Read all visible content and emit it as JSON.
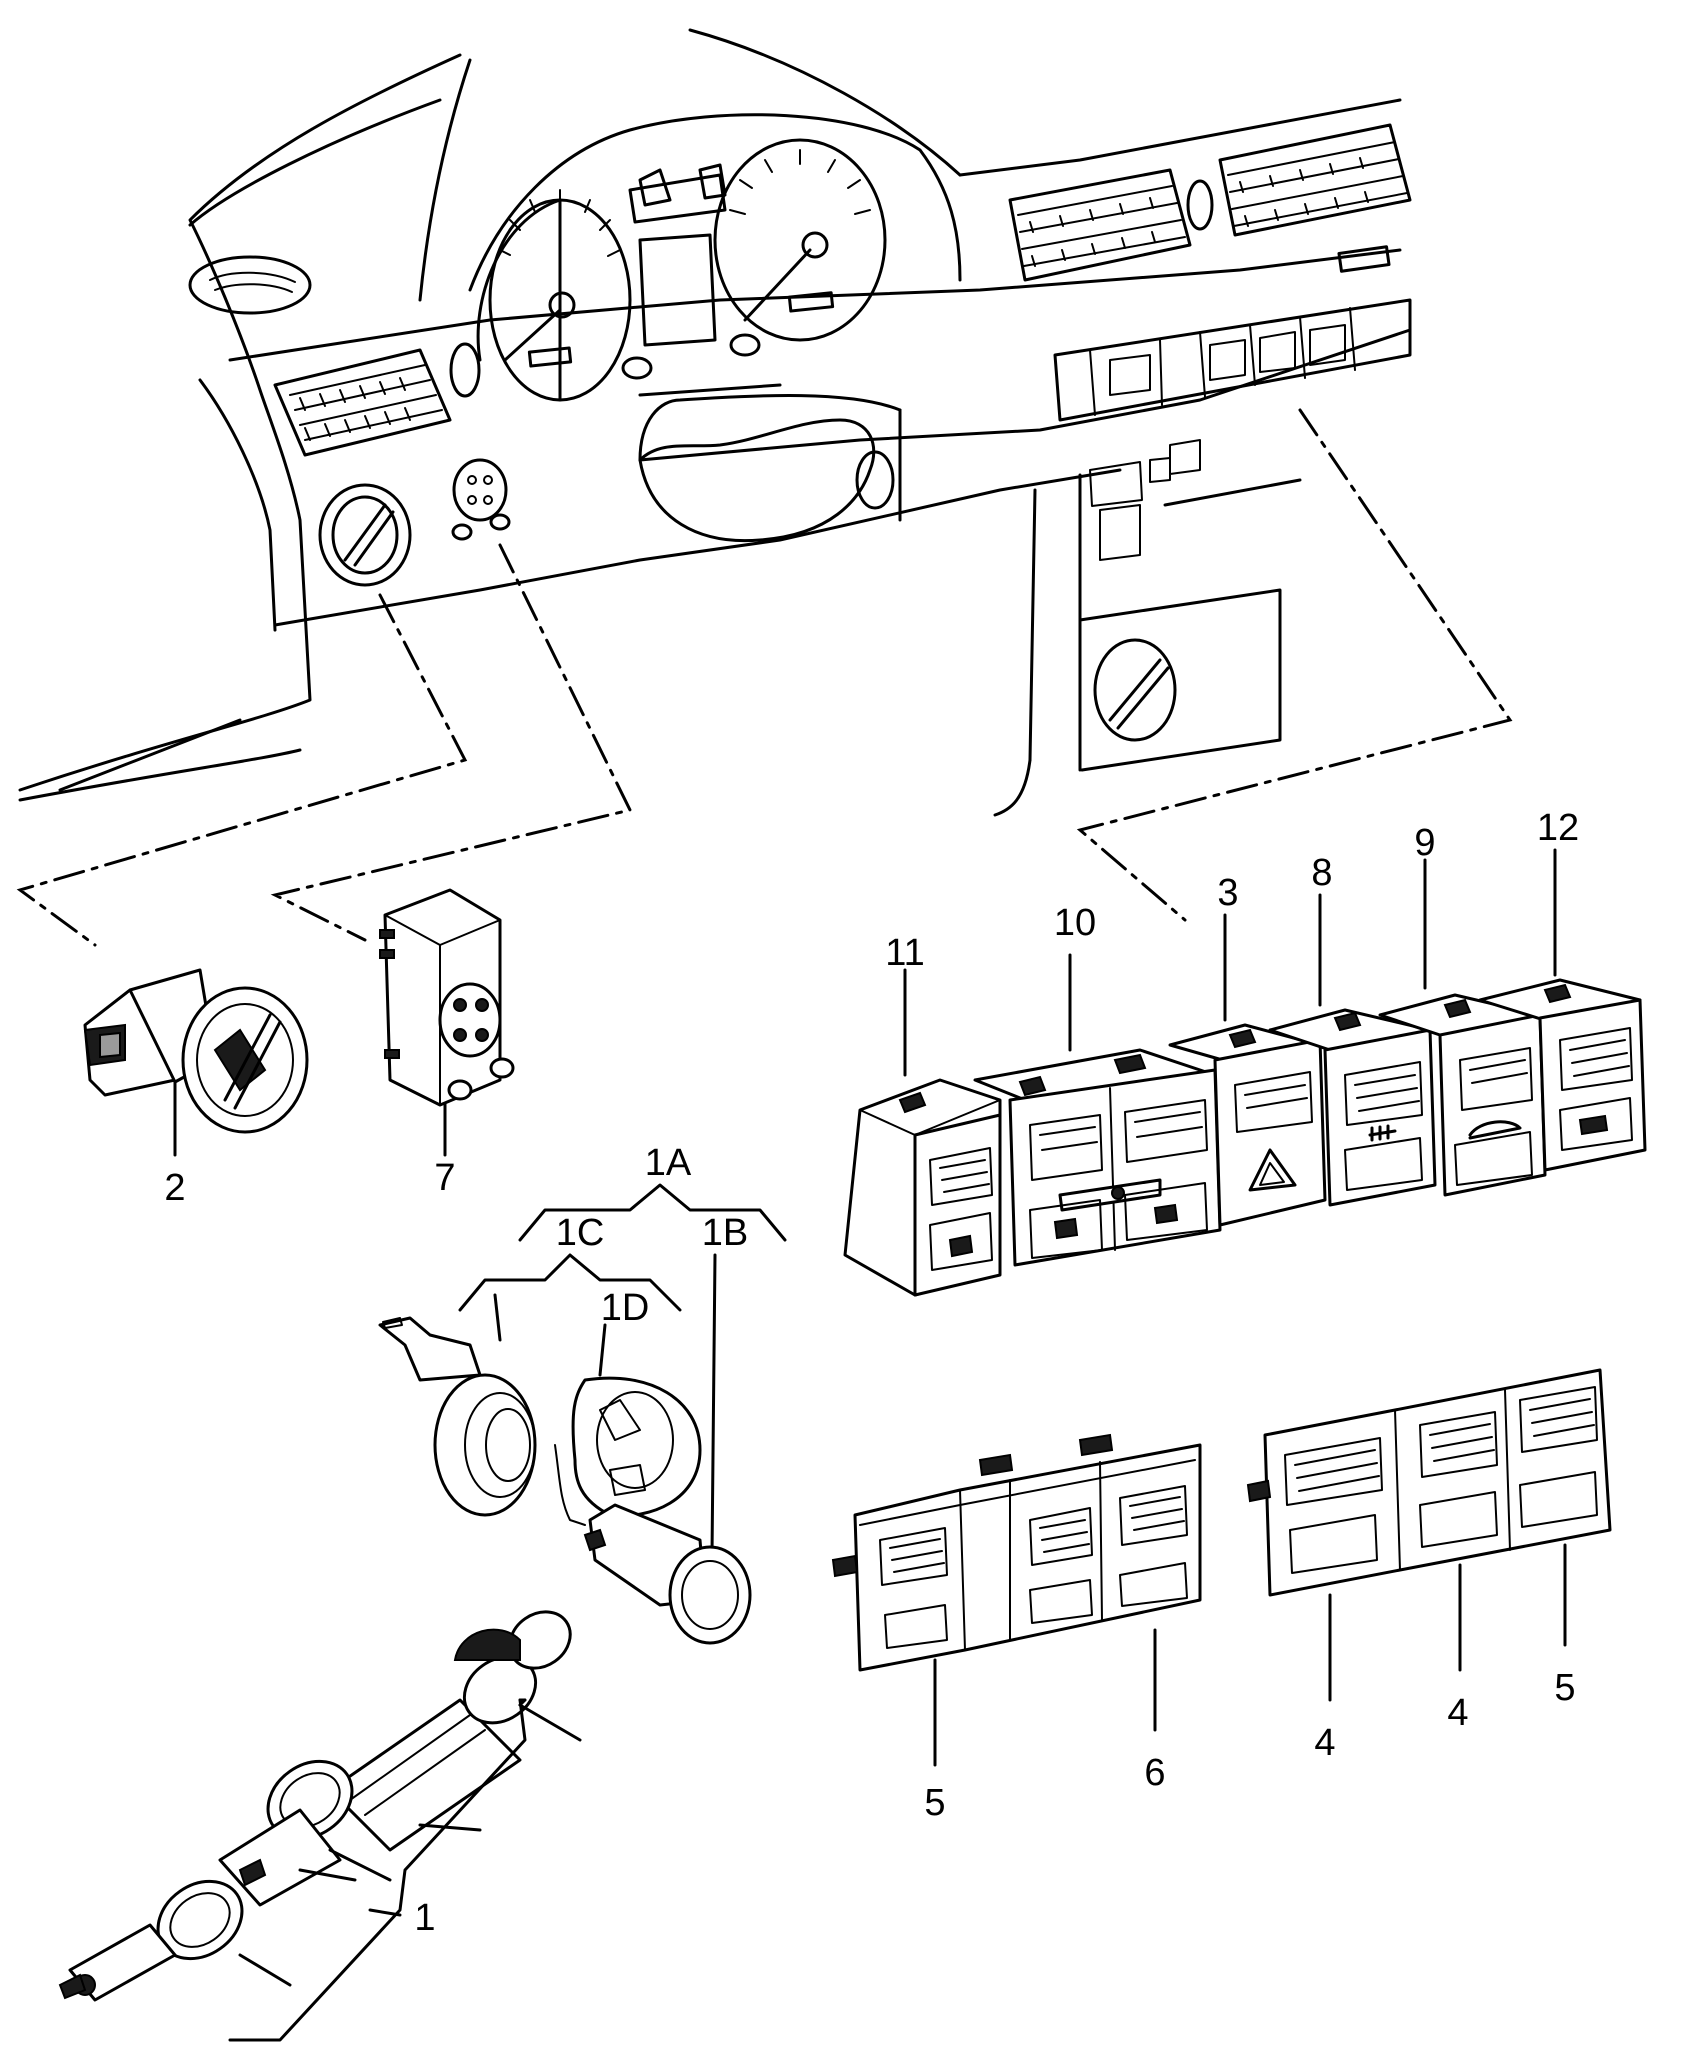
{
  "callouts": {
    "c1": "1",
    "c1A": "1A",
    "c1B": "1B",
    "c1C": "1C",
    "c1D": "1D",
    "c2": "2",
    "c3": "3",
    "c4a": "4",
    "c4b": "4",
    "c5a": "5",
    "c5b": "5",
    "c6": "6",
    "c7": "7",
    "c8": "8",
    "c9": "9",
    "c10": "10",
    "c11": "11",
    "c12": "12"
  }
}
